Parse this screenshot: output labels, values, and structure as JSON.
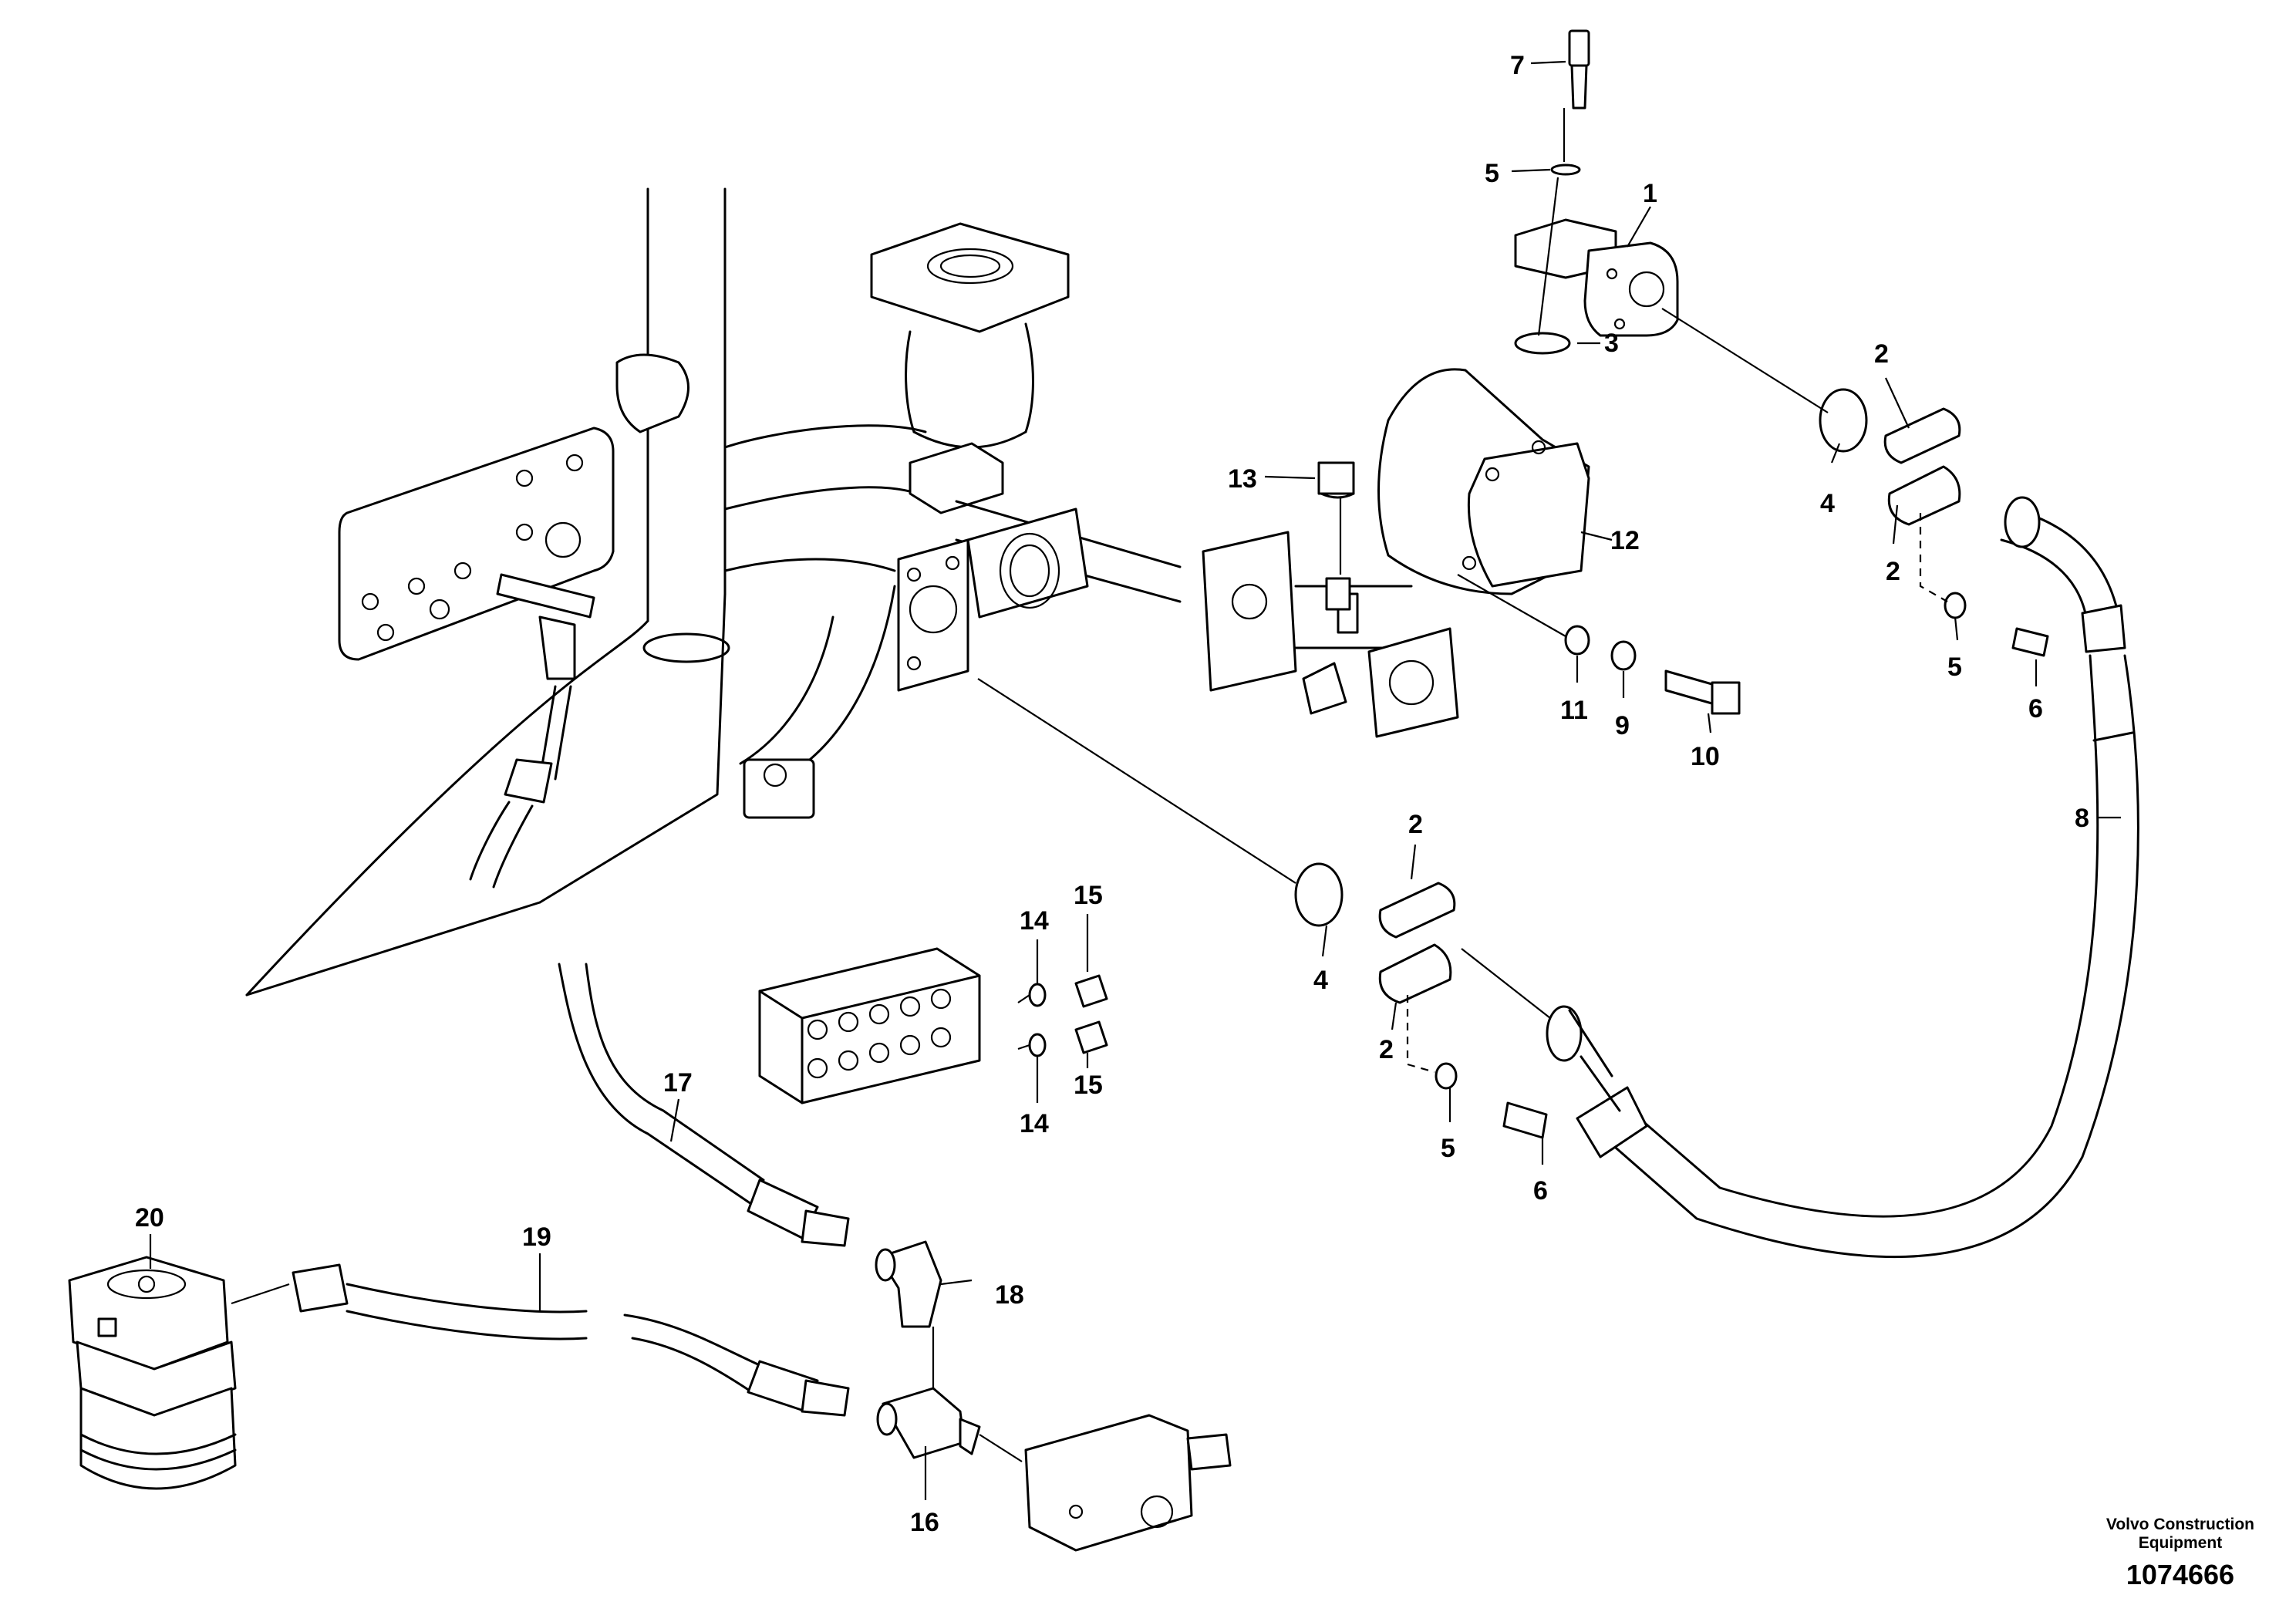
{
  "callouts": {
    "c1": "1",
    "c2a": "2",
    "c2b": "2",
    "c2c": "2",
    "c2d": "2",
    "c3": "3",
    "c4a": "4",
    "c4b": "4",
    "c5a": "5",
    "c5b": "5",
    "c5c": "5",
    "c6a": "6",
    "c6b": "6",
    "c7": "7",
    "c8": "8",
    "c9": "9",
    "c10": "10",
    "c11": "11",
    "c12": "12",
    "c13": "13",
    "c14a": "14",
    "c14b": "14",
    "c15a": "15",
    "c15b": "15",
    "c16": "16",
    "c17": "17",
    "c18": "18",
    "c19": "19",
    "c20": "20"
  },
  "footer": {
    "brand_line1": "Volvo Construction",
    "brand_line2": "Equipment",
    "drawing_number": "1074666"
  }
}
